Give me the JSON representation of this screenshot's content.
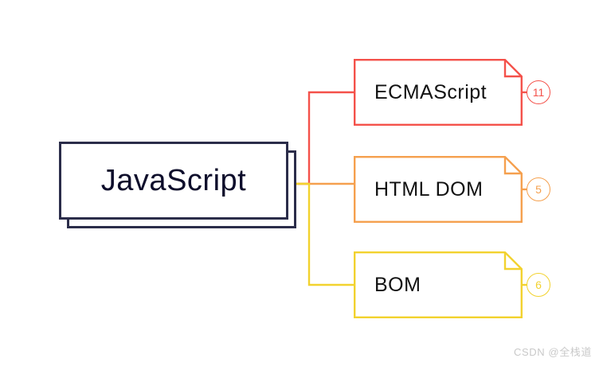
{
  "diagram": {
    "type": "mind-map",
    "root": {
      "label": "JavaScript",
      "border_color": "#2b2d4a",
      "text_color": "#0d0d2b",
      "has_stacked_shadow": true
    },
    "branches": [
      {
        "label": "ECMAScript",
        "badge": "11",
        "color": "#f4514a",
        "shape": "folded-corner-note"
      },
      {
        "label": "HTML DOM",
        "badge": "5",
        "color": "#f5a04e",
        "shape": "folded-corner-note"
      },
      {
        "label": "BOM",
        "badge": "6",
        "color": "#f2d22e",
        "shape": "folded-corner-note"
      }
    ]
  },
  "watermark": {
    "text": "CSDN @全栈道"
  }
}
